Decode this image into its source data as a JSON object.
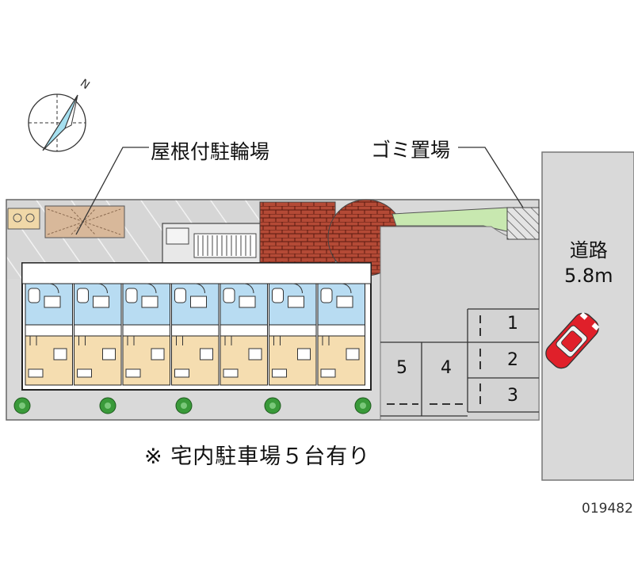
{
  "labels": {
    "bike_shelter": "屋根付駐輪場",
    "trash_area": "ゴミ置場",
    "road_line1": "道路",
    "road_line2": "5.8m",
    "parking_note": "※ 宅内駐車場５台有り",
    "property_code": "019482",
    "compass": "N"
  },
  "parking_spaces": [
    "1",
    "2",
    "3",
    "4",
    "5"
  ],
  "icons": [
    "compass-icon",
    "car-icon",
    "tree-icon",
    "brick-wall"
  ],
  "colors": {
    "lot": "#d9d9d9",
    "building": "#ffffff",
    "bath_blue": "#b8dcf2",
    "room_tan": "#f5ddb0",
    "brick": "#a83a2a",
    "hedge": "#c8e8b0",
    "car": "#e0202a",
    "compass": "#a6e0f0"
  }
}
